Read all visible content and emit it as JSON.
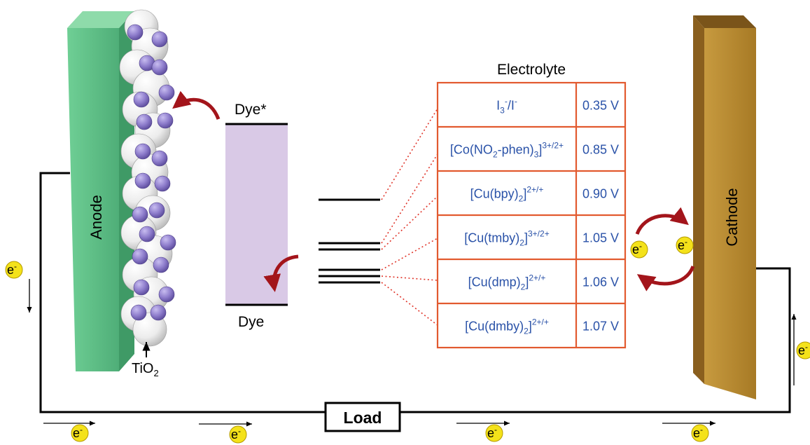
{
  "diagram": {
    "anode_label": "Anode",
    "cathode_label": "Cathode",
    "tio2_label": "TiO",
    "tio2_sub": "2",
    "dye_excited_label": "Dye*",
    "dye_ground_label": "Dye",
    "electrolyte_title": "Electrolyte",
    "load_label": "Load",
    "electron_label": "e",
    "electron_sup": "-",
    "colors": {
      "anode": "#5dbb84",
      "cathode": "#b8882f",
      "dye_band": "#d9c9e6",
      "table_border": "#e25a2f",
      "potential_text": "#2a52a8",
      "electron_fill": "#f4e21a",
      "transfer_arrow": "#a3151b",
      "tio2_sphere": "#f2f2f2",
      "dye_molecule": "#8a77c4"
    }
  },
  "electrolyte": [
    {
      "base": "I",
      "sub1": "3",
      "mid1": "",
      "sup1": "-",
      "mid2": "/I",
      "sup2": "-",
      "tail": "",
      "potential": "0.35 V"
    },
    {
      "base": "[Co(NO",
      "sub1": "2",
      "mid1": "-phen)",
      "sup1": "",
      "mid2": "",
      "sup2": "",
      "sub2": "3",
      "tail": "]",
      "charge": "3+/2+",
      "potential": "0.85 V"
    },
    {
      "base": "[Cu(bpy)",
      "sub2": "2",
      "tail": "]",
      "charge": "2+/+",
      "potential": "0.90 V"
    },
    {
      "base": "[Cu(tmby)",
      "sub2": "2",
      "tail": "]",
      "charge": "3+/2+",
      "potential": "1.05 V"
    },
    {
      "base": "[Cu(dmp)",
      "sub2": "2",
      "tail": "]",
      "charge": "2+/+",
      "potential": "1.06 V"
    },
    {
      "base": "[Cu(dmby)",
      "sub2": "2",
      "tail": "]",
      "charge": "2+/+",
      "potential": "1.07 V"
    }
  ]
}
